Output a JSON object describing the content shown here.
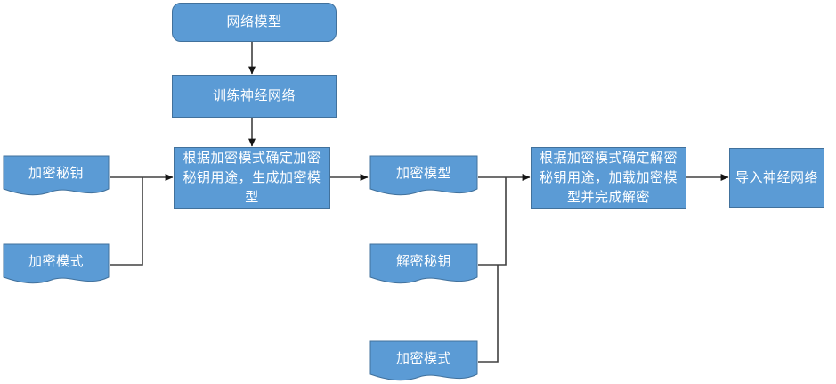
{
  "diagram": {
    "title_text": "",
    "colors": {
      "node_fill": "#5B9BD5",
      "node_border": "#41719C",
      "node_text": "#FFFFFF",
      "edge_stroke": "#404040",
      "background": "#FFFFFF"
    },
    "nodes": [
      {
        "id": "network-model",
        "label": "网络模型",
        "shape": "rounded-rectangle"
      },
      {
        "id": "train-neural-network",
        "label": "训练神经网络",
        "shape": "rectangle"
      },
      {
        "id": "encrypt-key",
        "label": "加密秘钥",
        "shape": "document"
      },
      {
        "id": "encrypt-mode",
        "label": "加密模式",
        "shape": "document"
      },
      {
        "id": "encrypt-process",
        "label": "根据加密模式确定加密秘钥用途，生成加密模型",
        "shape": "rectangle"
      },
      {
        "id": "encrypt-model",
        "label": "加密模型",
        "shape": "document"
      },
      {
        "id": "decrypt-key",
        "label": "解密秘钥",
        "shape": "document"
      },
      {
        "id": "encrypt-mode-2",
        "label": "加密模式",
        "shape": "document"
      },
      {
        "id": "decrypt-process",
        "label": "根据加密模式确定解密秘钥用途，加载加密模型并完成解密",
        "shape": "rectangle"
      },
      {
        "id": "import-neural-network",
        "label": "导入神经网络",
        "shape": "rectangle"
      }
    ],
    "edges": [
      {
        "from": "network-model",
        "to": "train-neural-network",
        "arrow": true
      },
      {
        "from": "train-neural-network",
        "to": "encrypt-process",
        "arrow": true
      },
      {
        "from": "encrypt-key",
        "to": "encrypt-process",
        "arrow": true
      },
      {
        "from": "encrypt-mode",
        "to": "encrypt-process",
        "arrow": true
      },
      {
        "from": "encrypt-process",
        "to": "encrypt-model",
        "arrow": true
      },
      {
        "from": "encrypt-model",
        "to": "decrypt-process",
        "arrow": true
      },
      {
        "from": "decrypt-key",
        "to": "decrypt-process",
        "arrow": true
      },
      {
        "from": "encrypt-mode-2",
        "to": "decrypt-process",
        "arrow": true
      },
      {
        "from": "decrypt-process",
        "to": "import-neural-network",
        "arrow": true
      }
    ]
  }
}
